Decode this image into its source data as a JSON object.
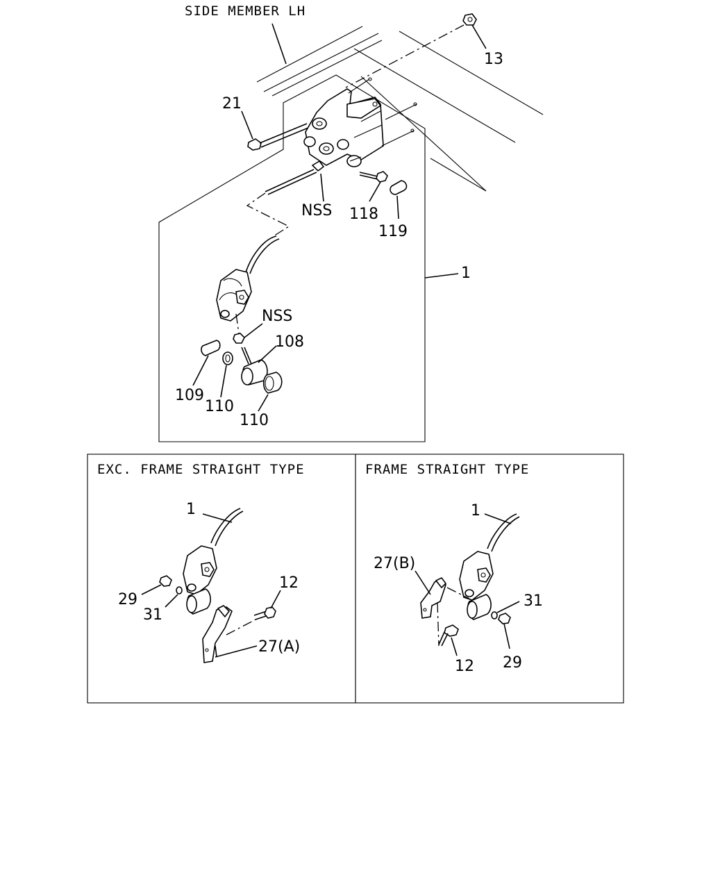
{
  "header_label": "SIDE MEMBER LH",
  "labels": {
    "p13": "13",
    "p21": "21",
    "nss_top": "NSS",
    "p118": "118",
    "p119": "119",
    "p1_main": "1",
    "nss_mid": "NSS",
    "p108": "108",
    "p109": "109",
    "p110a": "110",
    "p110b": "110"
  },
  "panel_left": {
    "title": "EXC. FRAME STRAIGHT TYPE",
    "labels": {
      "p1": "1",
      "p29": "29",
      "p31": "31",
      "p12": "12",
      "p27": "27(A)"
    }
  },
  "panel_right": {
    "title": "FRAME STRAIGHT TYPE",
    "labels": {
      "p1": "1",
      "p27": "27(B)",
      "p31": "31",
      "p12": "12",
      "p29": "29"
    }
  }
}
